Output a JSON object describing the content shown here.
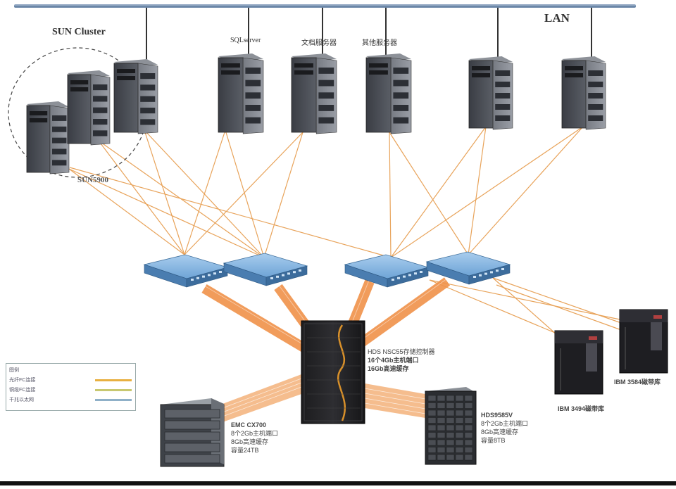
{
  "lan_label": "LAN",
  "cluster_label": "SUN Cluster",
  "cluster_model": "SUN5900",
  "server_labels": [
    "SQLserver",
    "文档服务器",
    "其他服务器"
  ],
  "storage": {
    "hds_core": {
      "line1": "HDS NSC55存储控制器",
      "line2": "16个4Gb主机端口",
      "line3": "16Gb高速缓存"
    },
    "emc": {
      "line1": "EMC CX700",
      "line2": "8个2Gb主机端口",
      "line3": "8Gb高速缓存",
      "line4": "容量24TB"
    },
    "hds9585": {
      "line1": "HDS9585V",
      "line2": "8个2Gb主机端口",
      "line3": "8Gb高速缓存",
      "line4": "容量8TB"
    }
  },
  "tape": {
    "lib1": "IBM 3494磁带库",
    "lib2": "IBM 3584磁带库"
  },
  "legend": {
    "title": "图例",
    "rows": [
      {
        "label": "光纤FC连接",
        "color": "#e8b040"
      },
      {
        "label": "铜缆FC连接",
        "color": "#c8c870"
      },
      {
        "label": "千兆以太网",
        "color": "#8fb0c8"
      }
    ]
  },
  "colors": {
    "fiber": "#e8a35a",
    "trunk": "#f0924a",
    "lan_bus": "#5f7f9f",
    "switch": "#5b8fc4"
  }
}
